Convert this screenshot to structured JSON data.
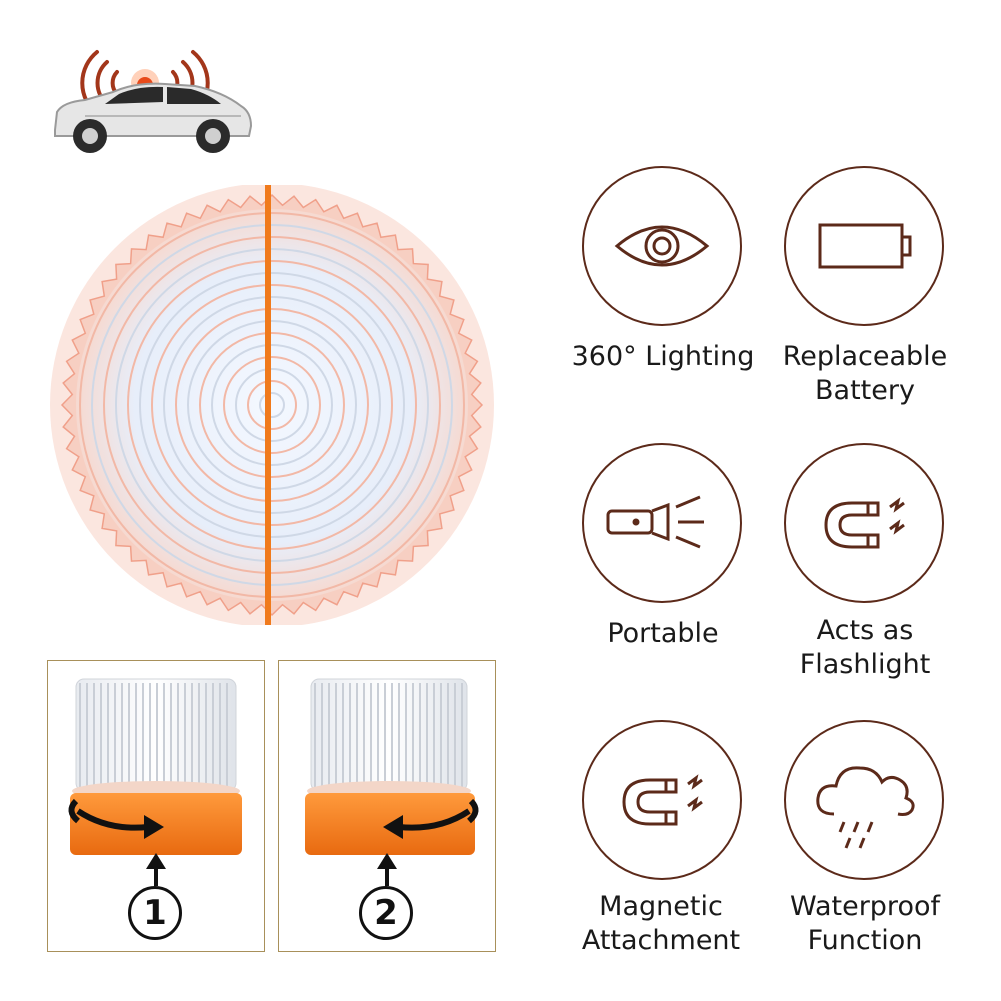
{
  "features": [
    {
      "id": "lighting",
      "icon": "eye-icon",
      "label": "360° Lighting"
    },
    {
      "id": "battery",
      "icon": "battery-icon",
      "label": "Replaceable\nBattery"
    },
    {
      "id": "portable",
      "icon": "flashlight-icon",
      "label": "Portable"
    },
    {
      "id": "flashlight",
      "icon": "magnet-icon",
      "label": "Acts as\nFlashlight"
    },
    {
      "id": "magnetic",
      "icon": "magnet-icon",
      "label": "Magnetic\nAttachment"
    },
    {
      "id": "waterproof",
      "icon": "rain-cloud-icon",
      "label": "Waterproof\nFunction"
    }
  ],
  "steps": [
    {
      "number": "1",
      "direction": "clockwise"
    },
    {
      "number": "2",
      "direction": "counter-clockwise"
    }
  ],
  "colors": {
    "icon_stroke": "#5c2a1a",
    "accent_orange": "#f07a1c",
    "panel_border": "#a8905a",
    "beacon_red": "#e84a1a"
  }
}
